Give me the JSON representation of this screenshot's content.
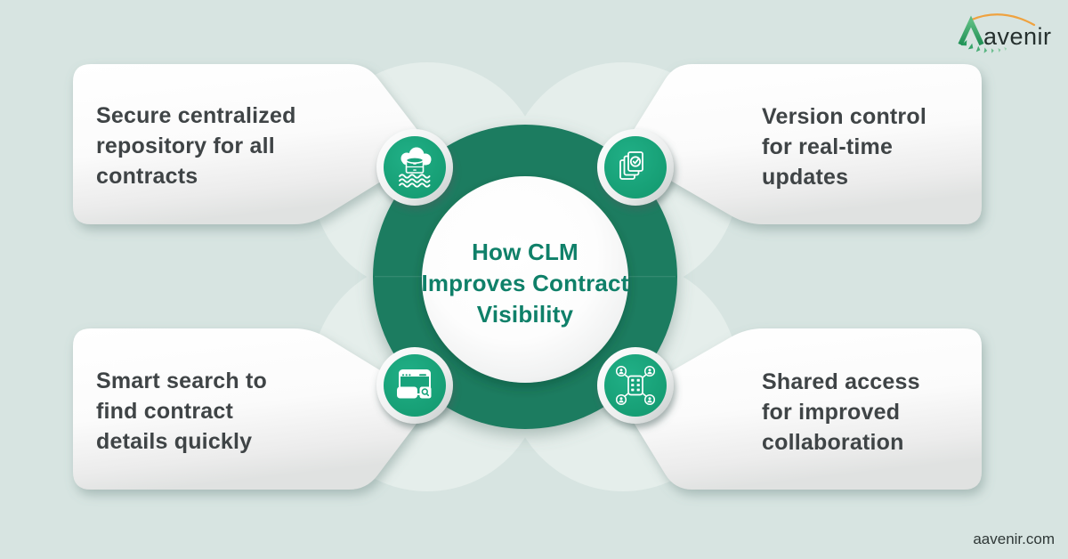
{
  "brand": {
    "logo_text": "avenir",
    "website": "aavenir.com"
  },
  "center": {
    "title": "How CLM\nImproves Contract\nVisibility"
  },
  "cards": [
    {
      "position": "top-left",
      "label": "Secure centralized\nrepository for all\ncontracts",
      "icon": "cloud-repository"
    },
    {
      "position": "top-right",
      "label": "Version control\nfor real-time\nupdates",
      "icon": "version-documents"
    },
    {
      "position": "bottom-left",
      "label": "Smart search to\nfind contract\ndetails quickly",
      "icon": "smart-search"
    },
    {
      "position": "bottom-right",
      "label": "Shared access\nfor improved\ncollaboration",
      "icon": "shared-network"
    }
  ],
  "colors": {
    "background": "#d7e4e1",
    "halo": "#e5eeeb",
    "ring": "#1b7b61",
    "badge_teal": "#18a37c",
    "title_teal": "#0f8069",
    "label_gray": "#3f4446",
    "logo_orange": "#efa23f",
    "logo_green": "#2f9e62"
  }
}
